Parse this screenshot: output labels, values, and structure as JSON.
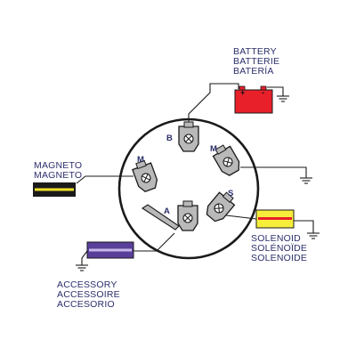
{
  "labels": {
    "battery": [
      "BATTERY",
      "BATTERIE",
      "BATERÍA"
    ],
    "magneto": [
      "MAGNETO",
      "MAGNETO"
    ],
    "solenoid": [
      "SOLENOID",
      "SOLÉNOÏDE",
      "SOLENOIDE"
    ],
    "accessory": [
      "ACCESSORY",
      "ACCESSOIRE",
      "ACCESORIO"
    ]
  },
  "terminals": {
    "b": "B",
    "m_right": "M",
    "m_left": "M",
    "a": "A",
    "s": "S"
  },
  "battery_signs": {
    "positive": "+",
    "negative": "-"
  },
  "colors": {
    "battery": "#e8202a",
    "magneto_body": "#1a1a1a",
    "magneto_stripe": "#f3e12b",
    "solenoid_body": "#f7ee3c",
    "solenoid_stripe": "#e8202a",
    "accessory_body": "#5a3f9a",
    "accessory_stripe": "#c8b8e8",
    "terminal_fill": "#b9b9b9",
    "text": "#2b2f6b"
  }
}
